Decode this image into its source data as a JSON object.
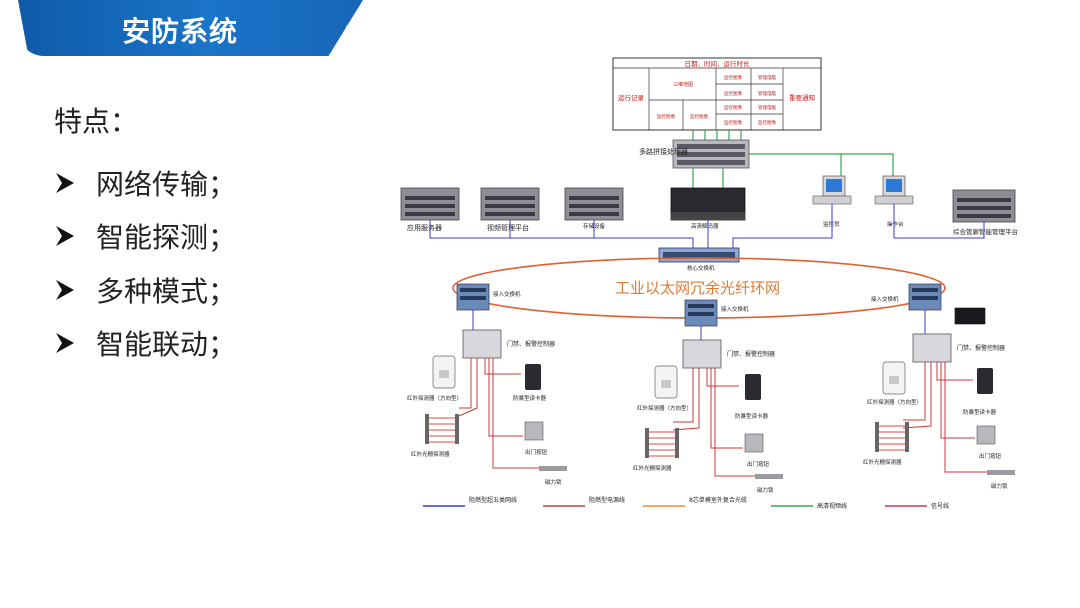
{
  "header": {
    "title": "安防系统",
    "title_mark": "AI"
  },
  "features": {
    "heading": "特点：",
    "items": [
      "网络传输；",
      "智能探测；",
      "多种模式；",
      "智能联动；"
    ]
  },
  "diagram": {
    "wall": {
      "top": "日期、时间、运行时长",
      "left": "运行记录",
      "center": "三维地图",
      "monitor": "监控图像",
      "mgmt": "管理电脑",
      "right": "重要通知"
    },
    "splicer": "多路拼接处理器",
    "servers": {
      "app": "应用服务器",
      "video_mgmt": "视频管理平台",
      "storage": "存储设备",
      "hd_decoder": "高清解码器",
      "monitor_pc": "监控员",
      "operator_pc": "操作台",
      "integrated_mgmt": "综合管廊智能管理平台"
    },
    "core_switch": "核心交换机",
    "ring_label": "工业以太网冗余光纤环网",
    "access_switch": "接入交换机",
    "controller": "门禁、报警控制器",
    "ir_detector": "红外探测器（方向型）",
    "light_grid": "红外光栅探测器",
    "reader": "防暴型读卡器",
    "exit_button": "出门按钮",
    "mag_lock": "磁力锁",
    "legend": [
      {
        "label": "阻燃型超五类网线",
        "color": "#3a3ad0"
      },
      {
        "label": "阻燃型电源线",
        "color": "#c83a3a"
      },
      {
        "label": "8芯单模室外复合光缆",
        "color": "#f08a2a"
      },
      {
        "label": "高清视频线",
        "color": "#3aa84a"
      },
      {
        "label": "信号线",
        "color": "#c03c5a"
      }
    ]
  }
}
